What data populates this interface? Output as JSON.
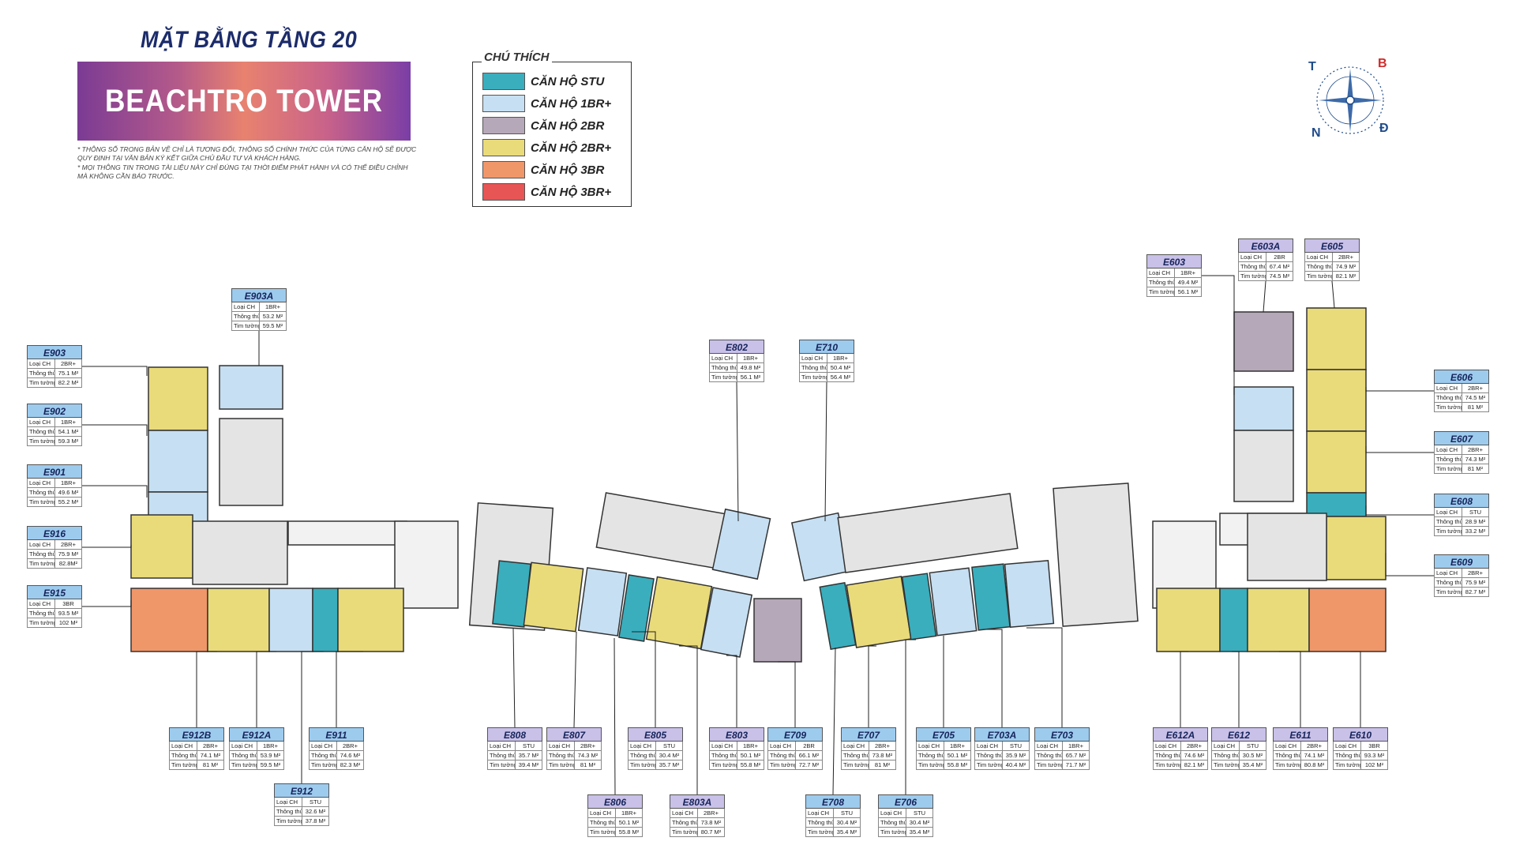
{
  "header": {
    "title": "MẶT BẰNG TẦNG 20",
    "brand": "BEACHTRO TOWER",
    "notes": [
      "* THÔNG SỐ TRONG BẢN VẼ CHỈ LÀ TƯƠNG ĐỐI, THÔNG SỐ CHÍNH THỨC CỦA TỪNG CĂN HỘ SẼ ĐƯỢC QUY ĐỊNH TẠI VĂN BẢN KÝ KẾT GIỮA CHỦ ĐẦU TƯ VÀ KHÁCH HÀNG.",
      "* MỌI THÔNG TIN TRONG TÀI LIỆU NÀY CHỈ ĐÚNG TẠI THỜI ĐIỂM PHÁT HÀNH VÀ CÓ THỂ ĐIỀU CHỈNH MÀ KHÔNG CẦN BÁO TRƯỚC."
    ]
  },
  "legend": {
    "title": "CHÚ THÍCH",
    "items": [
      {
        "label": "CĂN HỘ STU",
        "color": "#3aaebd"
      },
      {
        "label": "CĂN HỘ 1BR+",
        "color": "#c6dff2"
      },
      {
        "label": "CĂN HỘ 2BR",
        "color": "#b5a8b8"
      },
      {
        "label": "CĂN HỘ 2BR+",
        "color": "#eadb7a"
      },
      {
        "label": "CĂN HỘ 3BR",
        "color": "#f0976a"
      },
      {
        "label": "CĂN HỘ 3BR+",
        "color": "#e85555"
      }
    ]
  },
  "compass": {
    "t": "T",
    "b": "B",
    "n": "N",
    "d": "Đ",
    "north_color": "#d12a2a",
    "rose_color": "#1e4b8a"
  },
  "labels": {
    "type": "Loại CH",
    "net": "Thông thủy",
    "gross": "Tim tường"
  },
  "colors": {
    "stu": "#3aaebd",
    "br1": "#c6dff2",
    "br2": "#b5a8b8",
    "br2p": "#eadb7a",
    "br3": "#f0976a",
    "core": "#e4e4e4",
    "wall": "#333333",
    "blue_head": "#9dcbee",
    "purple_head": "#c9c1e8"
  },
  "units": [
    {
      "id": "E903A",
      "type": "1BR+",
      "net": "53.2 M²",
      "gross": "59.5 M²"
    },
    {
      "id": "E903",
      "type": "2BR+",
      "net": "75.1 M²",
      "gross": "82.2 M²"
    },
    {
      "id": "E902",
      "type": "1BR+",
      "net": "54.1 M²",
      "gross": "59.3 M²"
    },
    {
      "id": "E901",
      "type": "1BR+",
      "net": "49.6 M²",
      "gross": "55.2 M²"
    },
    {
      "id": "E916",
      "type": "2BR+",
      "net": "75.9 M²",
      "gross": "82.8M²"
    },
    {
      "id": "E915",
      "type": "3BR",
      "net": "93.5 M²",
      "gross": "102 M²"
    },
    {
      "id": "E912B",
      "type": "2BR+",
      "net": "74.1 M²",
      "gross": "81 M²"
    },
    {
      "id": "E912A",
      "type": "1BR+",
      "net": "53.9 M²",
      "gross": "59.5 M²"
    },
    {
      "id": "E911",
      "type": "2BR+",
      "net": "74.6 M²",
      "gross": "82.3 M²"
    },
    {
      "id": "E912",
      "type": "STU",
      "net": "32.6 M²",
      "gross": "37.8 M²"
    },
    {
      "id": "E802",
      "type": "1BR+",
      "net": "49.8 M²",
      "gross": "56.1 M²"
    },
    {
      "id": "E710",
      "type": "1BR+",
      "net": "50.4 M²",
      "gross": "56.4 M²"
    },
    {
      "id": "E808",
      "type": "STU",
      "net": "35.7 M²",
      "gross": "39.4 M²"
    },
    {
      "id": "E807",
      "type": "2BR+",
      "net": "74.3 M²",
      "gross": "81 M²"
    },
    {
      "id": "E805",
      "type": "STU",
      "net": "30.4 M²",
      "gross": "35.7 M²"
    },
    {
      "id": "E803",
      "type": "1BR+",
      "net": "50.1 M²",
      "gross": "55.8 M²"
    },
    {
      "id": "E709",
      "type": "2BR",
      "net": "66.1 M²",
      "gross": "72.7 M²"
    },
    {
      "id": "E707",
      "type": "2BR+",
      "net": "73.8 M²",
      "gross": "81 M²"
    },
    {
      "id": "E705",
      "type": "1BR+",
      "net": "50.1 M²",
      "gross": "55.8 M²"
    },
    {
      "id": "E703A",
      "type": "STU",
      "net": "35.9 M²",
      "gross": "40.4 M²"
    },
    {
      "id": "E703",
      "type": "1BR+",
      "net": "65.7 M²",
      "gross": "71.7 M²"
    },
    {
      "id": "E806",
      "type": "1BR+",
      "net": "50.1 M²",
      "gross": "55.8 M²"
    },
    {
      "id": "E803A",
      "type": "2BR+",
      "net": "73.8 M²",
      "gross": "80.7 M²"
    },
    {
      "id": "E708",
      "type": "STU",
      "net": "30.4 M²",
      "gross": "35.4 M²"
    },
    {
      "id": "E706",
      "type": "STU",
      "net": "30.4 M²",
      "gross": "35.4 M²"
    },
    {
      "id": "E603",
      "type": "1BR+",
      "net": "49.4 M²",
      "gross": "56.1 M²"
    },
    {
      "id": "E603A",
      "type": "2BR",
      "net": "67.4 M²",
      "gross": "74.5 M²"
    },
    {
      "id": "E605",
      "type": "2BR+",
      "net": "74.9 M²",
      "gross": "82.1 M²"
    },
    {
      "id": "E606",
      "type": "2BR+",
      "net": "74.5 M²",
      "gross": "81 M²"
    },
    {
      "id": "E607",
      "type": "2BR+",
      "net": "74.3 M²",
      "gross": "81 M²"
    },
    {
      "id": "E608",
      "type": "STU",
      "net": "28.9 M²",
      "gross": "33.2 M²"
    },
    {
      "id": "E609",
      "type": "2BR+",
      "net": "75.9 M²",
      "gross": "82.7 M²"
    },
    {
      "id": "E612A",
      "type": "2BR+",
      "net": "74.6 M²",
      "gross": "82.1 M²"
    },
    {
      "id": "E612",
      "type": "STU",
      "net": "30.5 M²",
      "gross": "35.4 M²"
    },
    {
      "id": "E611",
      "type": "2BR+",
      "net": "74.1 M²",
      "gross": "80.8 M²"
    },
    {
      "id": "E610",
      "type": "3BR",
      "net": "93.3 M²",
      "gross": "102 M²"
    }
  ]
}
